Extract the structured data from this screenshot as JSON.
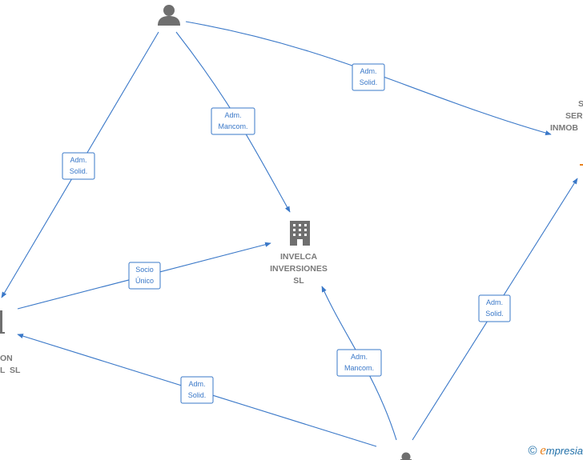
{
  "nodes": {
    "person_top": {
      "type": "person"
    },
    "person_bottom": {
      "type": "person"
    },
    "invelca": {
      "type": "company",
      "label_lines": [
        "INVELCA",
        "INVERSIONES",
        "SL"
      ]
    },
    "right_company": {
      "type": "company",
      "label_lines": [
        "S",
        "SER",
        "INMOB"
      ]
    },
    "left_company": {
      "type": "company",
      "label_lines": [
        "ON",
        "L  SL"
      ]
    }
  },
  "edges": [
    {
      "id": "top-to-right",
      "label_lines": [
        "Adm.",
        "Solid."
      ]
    },
    {
      "id": "top-to-invelca",
      "label_lines": [
        "Adm.",
        "Mancom."
      ]
    },
    {
      "id": "top-to-left",
      "label_lines": [
        "Adm.",
        "Solid."
      ]
    },
    {
      "id": "left-to-invelca",
      "label_lines": [
        "Socio",
        "Único"
      ]
    },
    {
      "id": "bottom-to-invelca",
      "label_lines": [
        "Adm.",
        "Mancom."
      ]
    },
    {
      "id": "bottom-to-right",
      "label_lines": [
        "Adm.",
        "Solid."
      ]
    },
    {
      "id": "bottom-to-left",
      "label_lines": [
        "Adm.",
        "Solid."
      ]
    }
  ],
  "colors": {
    "edge": "#3a78c8",
    "node": "#6f6f6f",
    "accent": "#e8821e"
  },
  "brand": {
    "copyright": "©",
    "initial": "e",
    "rest": "mpresia"
  }
}
